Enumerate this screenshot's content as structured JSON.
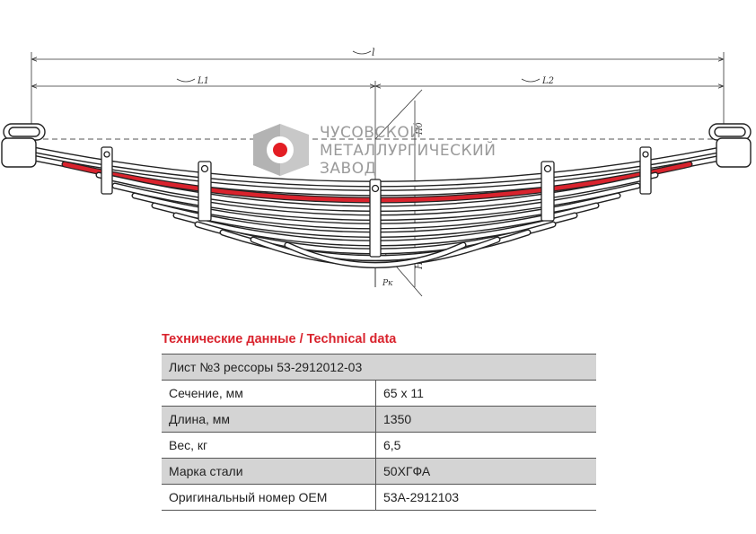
{
  "drawing": {
    "dim_l": "l",
    "dim_l1": "L1",
    "dim_l2": "L2",
    "dim_h": "H",
    "dim_h0": "H0",
    "load": "Pк",
    "leaf_color": "#d9232d"
  },
  "watermark": {
    "line1": "ЧУСОВСКОЙ",
    "line2": "МЕТАЛЛУРГИЧЕСКИЙ",
    "line3": "ЗАВОД",
    "brand_red": "#e31e24"
  },
  "spec": {
    "title": "Технические данные / Technical data",
    "header": "Лист №3 рессоры 53-2912012-03",
    "rows": [
      {
        "label": "Сечение, мм",
        "value": "65 x 11"
      },
      {
        "label": "Длина, мм",
        "value": "1350"
      },
      {
        "label": "Вес, кг",
        "value": "6,5"
      },
      {
        "label": "Марка стали",
        "value": "50ХГФА"
      },
      {
        "label": "Оригинальный номер OEM",
        "value": "53А-2912103"
      }
    ]
  }
}
